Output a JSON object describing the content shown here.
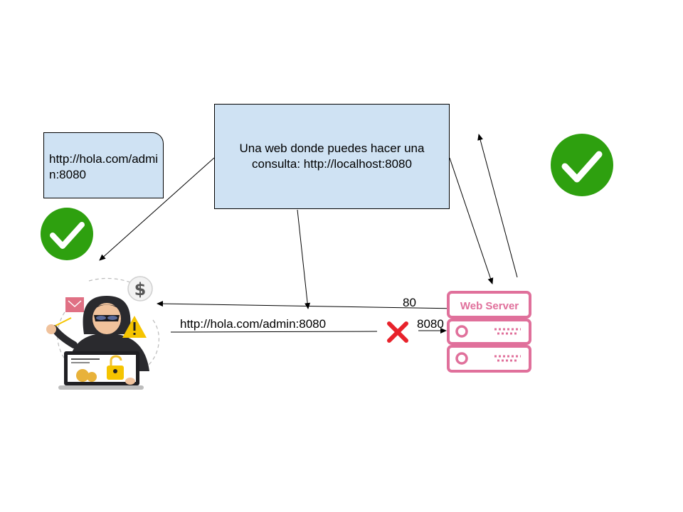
{
  "web_box": {
    "text": "Una web donde puedes hacer una consulta: http://localhost:8080"
  },
  "url_box": {
    "text": "http://hola.com/admin:8080"
  },
  "request_label": "http://hola.com/admin:8080",
  "port_80": "80",
  "port_8080": "8080",
  "server": {
    "label": "Web Server"
  },
  "colors": {
    "success": "#2ea00f",
    "blocked": "#e8222b",
    "server": "#e0709b",
    "box_fill": "#cfe2f3"
  },
  "icons": [
    "check-icon",
    "check-icon",
    "cross-icon",
    "hacker-icon",
    "dollar-icon",
    "warning-icon",
    "mail-icon",
    "padlock-icon",
    "web-server-icon"
  ]
}
